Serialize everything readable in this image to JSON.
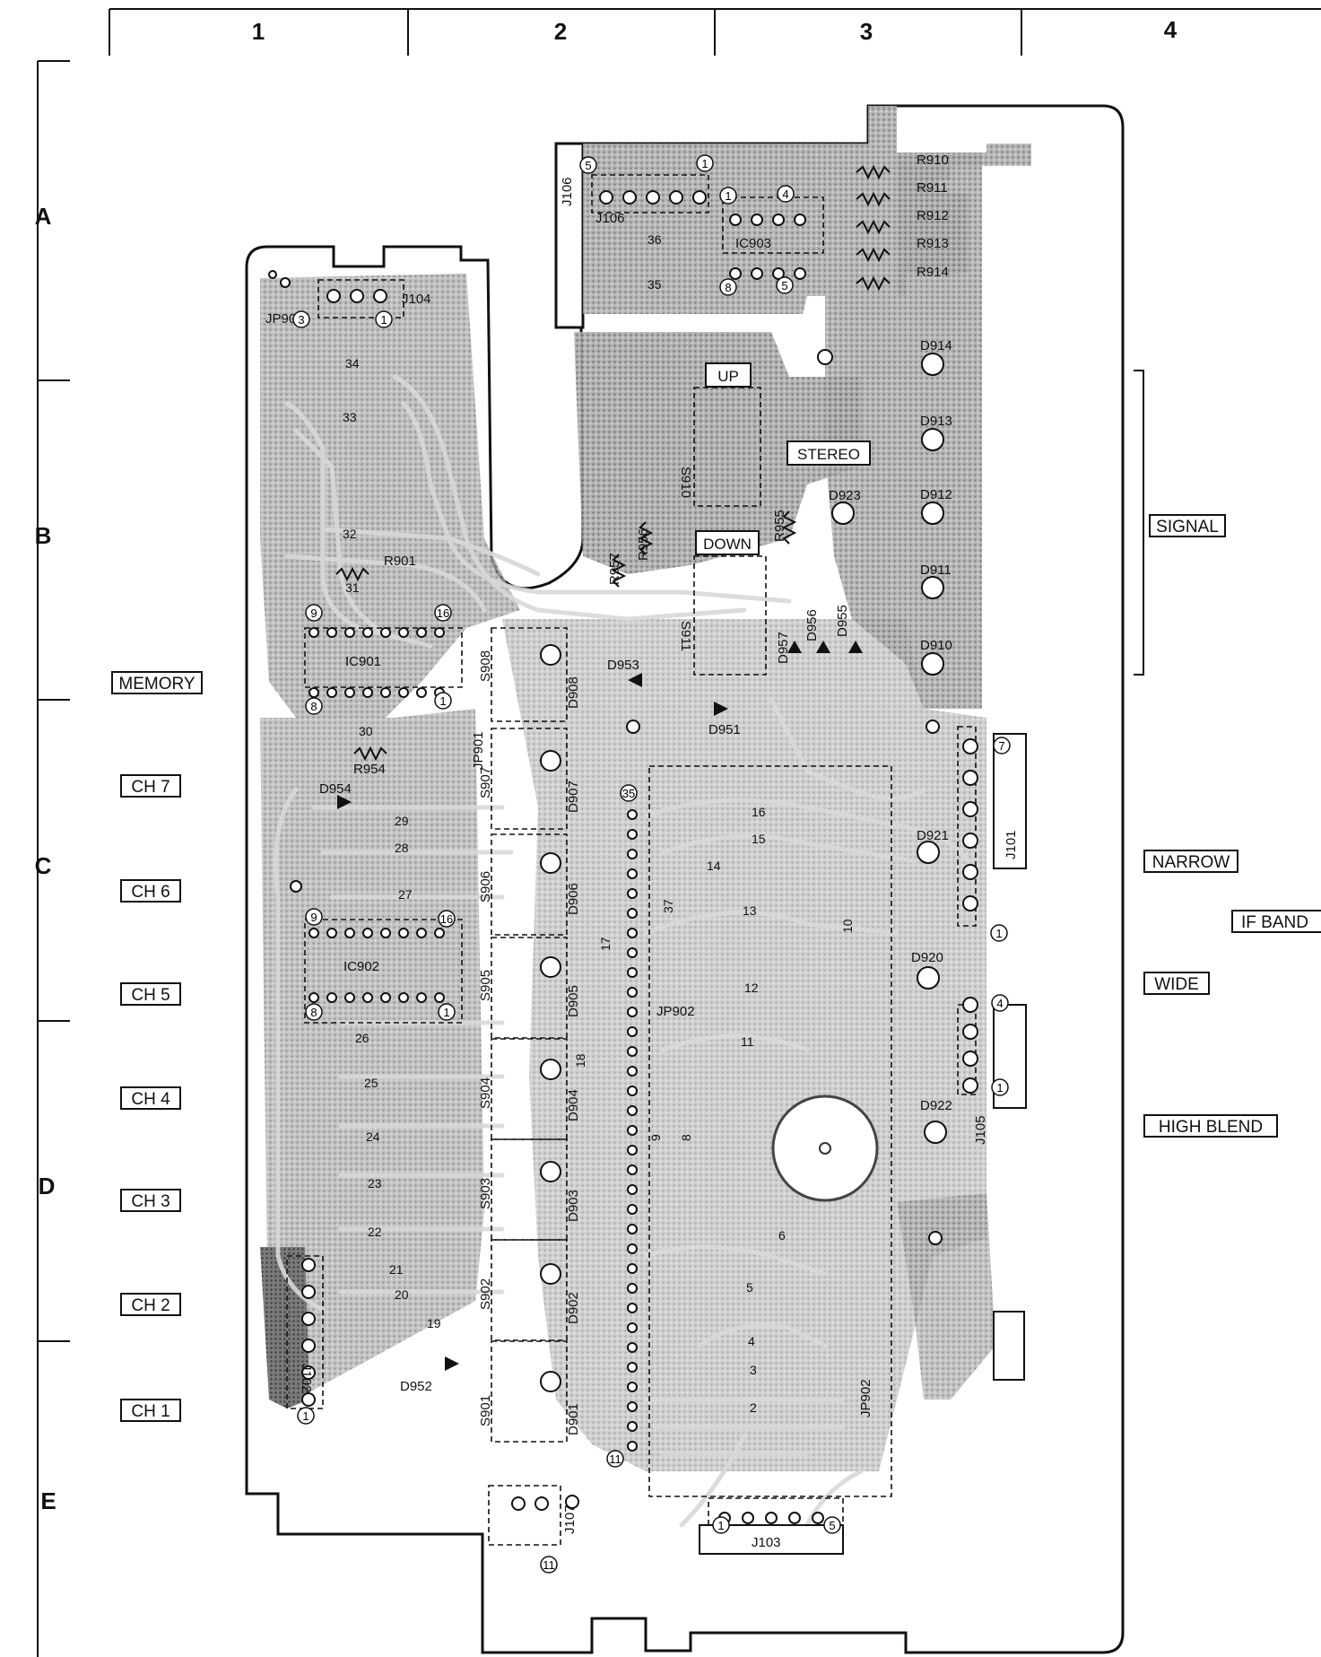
{
  "grid": {
    "columns": [
      "1",
      "2",
      "3",
      "4"
    ],
    "rows": [
      "A",
      "B",
      "C",
      "D",
      "E"
    ]
  },
  "left_labels": {
    "memory": "MEMORY",
    "ch7": "CH 7",
    "ch6": "CH 6",
    "ch5": "CH 5",
    "ch4": "CH 4",
    "ch3": "CH 3",
    "ch2": "CH 2",
    "ch1": "CH 1"
  },
  "right_labels": {
    "signal": "SIGNAL",
    "narrow": "NARROW",
    "if_band": "IF BAND",
    "wide": "WIDE",
    "high_blend": "HIGH BLEND"
  },
  "board_labels": {
    "up": "UP",
    "down": "DOWN",
    "stereo": "STEREO"
  },
  "components": {
    "j106": "J106",
    "j106b": "J106",
    "ic903": "IC903",
    "r910": "R910",
    "r911": "R911",
    "r912": "R912",
    "r913": "R913",
    "r914": "R914",
    "d914": "D914",
    "d913": "D913",
    "d912": "D912",
    "d911": "D911",
    "d910": "D910",
    "d923": "D923",
    "d921": "D921",
    "d920": "D920",
    "d922": "D922",
    "j104": "J104",
    "jp901": "JP901",
    "jp901b": "JP901",
    "r901": "R901",
    "ic901": "IC901",
    "ic902": "IC902",
    "r954": "R954",
    "d954": "D954",
    "s910": "S910",
    "s911": "S911",
    "r957": "R957",
    "r956": "R956",
    "r955": "R955",
    "d953": "D953",
    "d951": "D951",
    "d957": "D957",
    "d956": "D956",
    "d955": "D955",
    "s908": "S908",
    "s907": "S907",
    "s906": "S906",
    "s905": "S905",
    "s904": "S904",
    "s903": "S903",
    "s902": "S902",
    "s901": "S901",
    "d908": "D908",
    "d907": "D907",
    "d906": "D906",
    "d905": "D905",
    "d904": "D904",
    "d903": "D903",
    "d902": "D902",
    "d901": "D901",
    "d952": "D952",
    "j101": "J101",
    "j105": "J105",
    "j102": "J102",
    "j103": "J103",
    "j107": "J107",
    "jp902": "JP902",
    "jp902b": "JP902"
  },
  "trace_numbers": [
    "36",
    "35",
    "34",
    "33",
    "32",
    "31",
    "30",
    "29",
    "28",
    "27",
    "26",
    "25",
    "24",
    "23",
    "22",
    "21",
    "20",
    "19",
    "18",
    "17",
    "16",
    "15",
    "14",
    "13",
    "12",
    "11",
    "10",
    "9",
    "8",
    "6",
    "5",
    "4",
    "3",
    "2",
    "37"
  ],
  "pin_marks": [
    "5",
    "1",
    "1",
    "4",
    "8",
    "5",
    "3",
    "1",
    "9",
    "16",
    "8",
    "1",
    "9",
    "16",
    "8",
    "1",
    "35",
    "7",
    "1",
    "4",
    "1",
    "1",
    "5",
    "11",
    "1",
    "11"
  ]
}
